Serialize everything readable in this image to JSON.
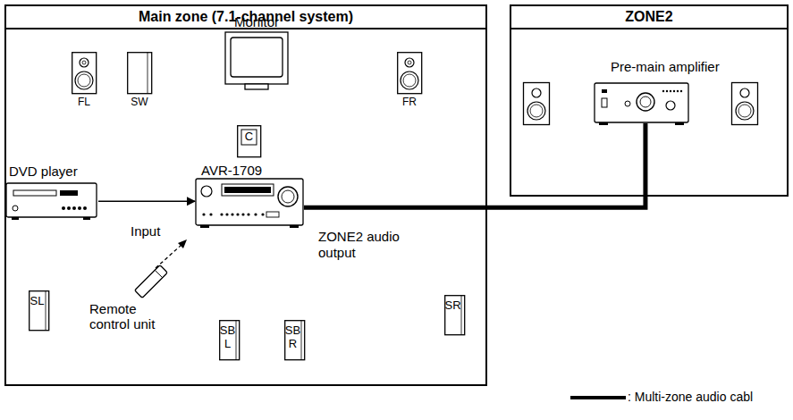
{
  "diagram": {
    "nodes": [
      {
        "text": [
          "Main zone (7.1-channel system)"
        ]
      },
      {
        "text": [
          "FL"
        ],
        "in": 0
      },
      {
        "text": [
          "SW"
        ],
        "in": 0
      },
      {
        "text": [
          "Monitor"
        ],
        "in": 0
      },
      {
        "text": [
          "FR"
        ],
        "in": 0
      },
      {
        "text": [
          "C"
        ],
        "in": 0
      },
      {
        "text": [
          "DVD player"
        ],
        "in": 0
      },
      {
        "text": [
          "AVR-1709"
        ],
        "in": 0
      },
      {
        "text": [
          "SL"
        ],
        "in": 0
      },
      {
        "text": [
          "Remote control unit"
        ],
        "in": 0
      },
      {
        "text": [
          "SR"
        ],
        "in": 0
      },
      {
        "text": [
          "SB L"
        ],
        "in": 0
      },
      {
        "text": [
          "SB R"
        ],
        "in": 0
      },
      {
        "text": [
          "ZONE2"
        ]
      },
      {
        "text": [
          "Pre-main amplifier"
        ],
        "in": 13
      }
    ],
    "edges": [
      {
        "from": 6,
        "to": 7,
        "arrow": "to",
        "label": "Input"
      },
      {
        "from": 7,
        "to": 14,
        "arrow": "none",
        "label": "ZONE2 audio output"
      }
    ],
    "legend": [
      {
        "text": ": Multi-zone audio cabl"
      }
    ]
  }
}
